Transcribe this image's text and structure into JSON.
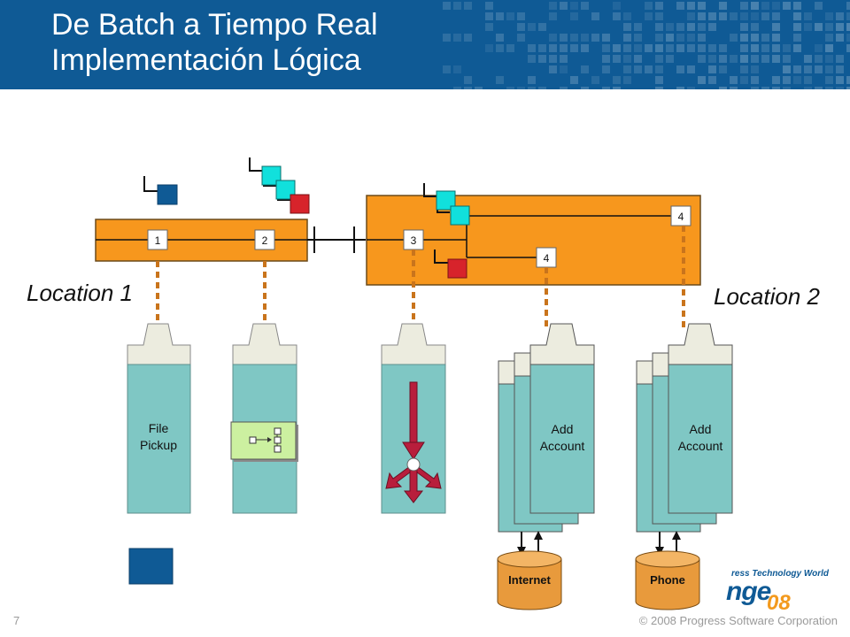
{
  "slide": {
    "title_line_1": "De Batch a Tiempo Real",
    "title_line_2": "Implementación Lógica",
    "page_number": "7",
    "copyright": "© 2008 Progress Software Corporation"
  },
  "logo": {
    "tagline": "ress Technology World",
    "word": "nge",
    "number": "08"
  },
  "locations": {
    "location_1": "Location 1",
    "location_2": "Location 2"
  },
  "bus_nodes": {
    "node_1": "1",
    "node_2": "2",
    "node_3": "3",
    "node_4a": "4",
    "node_4b": "4"
  },
  "services": {
    "file_pickup_line_1": "File",
    "file_pickup_line_2": "Pickup",
    "add_account_a_line_1": "Add",
    "add_account_a_line_2": "Account",
    "add_account_b_line_1": "Add",
    "add_account_b_line_2": "Account"
  },
  "databases": {
    "internet": "Internet",
    "phone": "Phone"
  },
  "colors": {
    "header_blue": "#0f5a95",
    "bus_orange": "#f7971d",
    "container_teal": "#7fc7c4",
    "message_cyan": "#11e0dc",
    "message_red": "#d7232b",
    "message_blue": "#0f5a95",
    "router_red": "#b81e3c",
    "transform_green": "#ccf0a0"
  }
}
